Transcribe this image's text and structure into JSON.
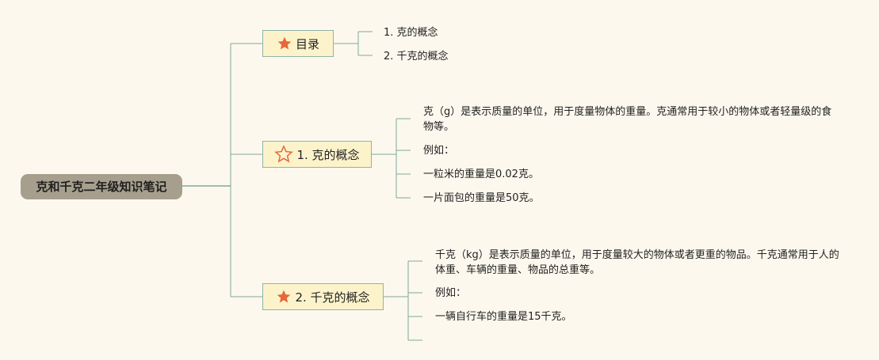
{
  "root": {
    "label": "克和千克二年级知识笔记"
  },
  "branches": [
    {
      "label": "目录",
      "icon": "filled-star-icon",
      "items": [
        "1. 克的概念",
        "2. 千克的概念"
      ]
    },
    {
      "label": "1. 克的概念",
      "icon": "outline-star-icon",
      "items": [
        "克（g）是表示质量的单位，用于度量物体的重量。克通常用于较小的物体或者轻量级的食物等。",
        "例如：",
        "一粒米的重量是0.02克。",
        "一片面包的重量是50克。"
      ]
    },
    {
      "label": "2. 千克的概念",
      "icon": "filled-star-icon",
      "items": [
        "千克（kg）是表示质量的单位，用于度量较大的物体或者更重的物品。千克通常用于人的体重、车辆的重量、物品的总重等。",
        "例如：",
        "一辆自行车的重量是15千克。",
        ""
      ]
    }
  ],
  "colors": {
    "background": "#fdf8ee",
    "root_fill": "#a79f8d",
    "branch_fill": "#fdf3cb",
    "connector": "#7fa99a",
    "star": "#e5673a"
  }
}
